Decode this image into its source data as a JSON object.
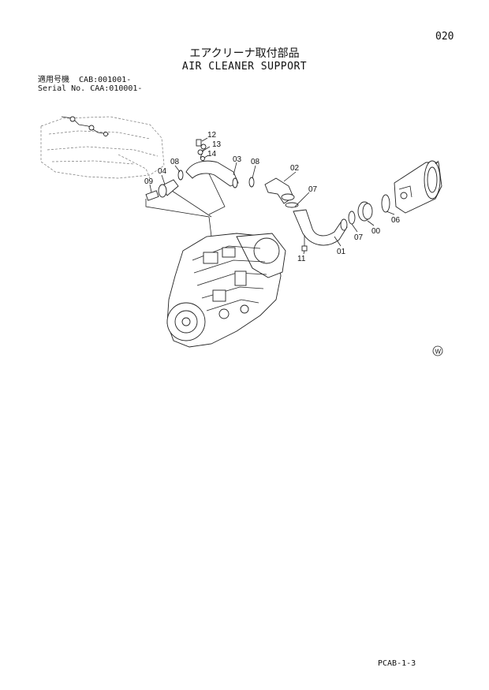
{
  "header": {
    "page_number": "020",
    "title_jp": "エアクリーナ取付部品",
    "title_en": "AIR CLEANER SUPPORT"
  },
  "serial": {
    "jp_line": "適用号機  CAB:001001-",
    "en_line": "Serial No. CAA:010001-"
  },
  "callouts": {
    "c00": "00",
    "c01": "01",
    "c02": "02",
    "c03": "03",
    "c04": "04",
    "c06": "06",
    "c07a": "07",
    "c07b": "07",
    "c08a": "08",
    "c08b": "08",
    "c09": "09",
    "c11": "11",
    "c12": "12",
    "c13": "13",
    "c14": "14"
  },
  "mark": "W",
  "footer": {
    "code": "PCAB-1-3"
  }
}
